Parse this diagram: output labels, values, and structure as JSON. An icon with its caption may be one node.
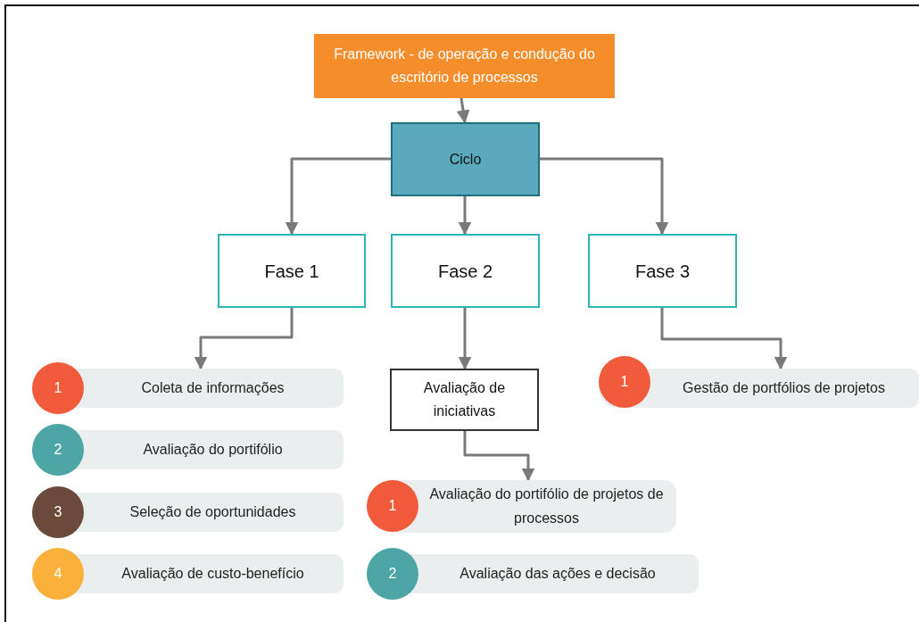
{
  "diagram": {
    "nodes": [
      {
        "text": [
          "Framework - de operação e condução do escritório de processos"
        ]
      },
      {
        "text": [
          "Ciclo"
        ]
      },
      {
        "text": [
          "Fase 1"
        ]
      },
      {
        "text": [
          "Fase 2"
        ]
      },
      {
        "text": [
          "Fase 3"
        ]
      },
      {
        "text": [
          "1",
          "Coleta de informações"
        ]
      },
      {
        "text": [
          "2",
          "Avaliação do portifólio"
        ]
      },
      {
        "text": [
          "3",
          "Seleção de oportunidades"
        ]
      },
      {
        "text": [
          "4",
          "Avaliação de custo-benefício"
        ]
      },
      {
        "text": [
          "Avaliação de iniciativas"
        ]
      },
      {
        "text": [
          "1",
          "Avaliação do portifólio de projetos de processos"
        ]
      },
      {
        "text": [
          "2",
          "Avaliação das ações e decisão"
        ]
      },
      {
        "text": [
          "1",
          "Gestão de portfólios de projetos"
        ]
      }
    ],
    "edges": [
      {
        "from": 0,
        "to": 1,
        "arrow": "to"
      },
      {
        "from": 1,
        "to": 2,
        "arrow": "to"
      },
      {
        "from": 1,
        "to": 3,
        "arrow": "to"
      },
      {
        "from": 1,
        "to": 4,
        "arrow": "to"
      },
      {
        "from": 2,
        "to": 5,
        "arrow": "to"
      },
      {
        "from": 3,
        "to": 9,
        "arrow": "to"
      },
      {
        "from": 4,
        "to": 12,
        "arrow": "to"
      },
      {
        "from": 9,
        "to": 10,
        "arrow": "to"
      }
    ]
  }
}
